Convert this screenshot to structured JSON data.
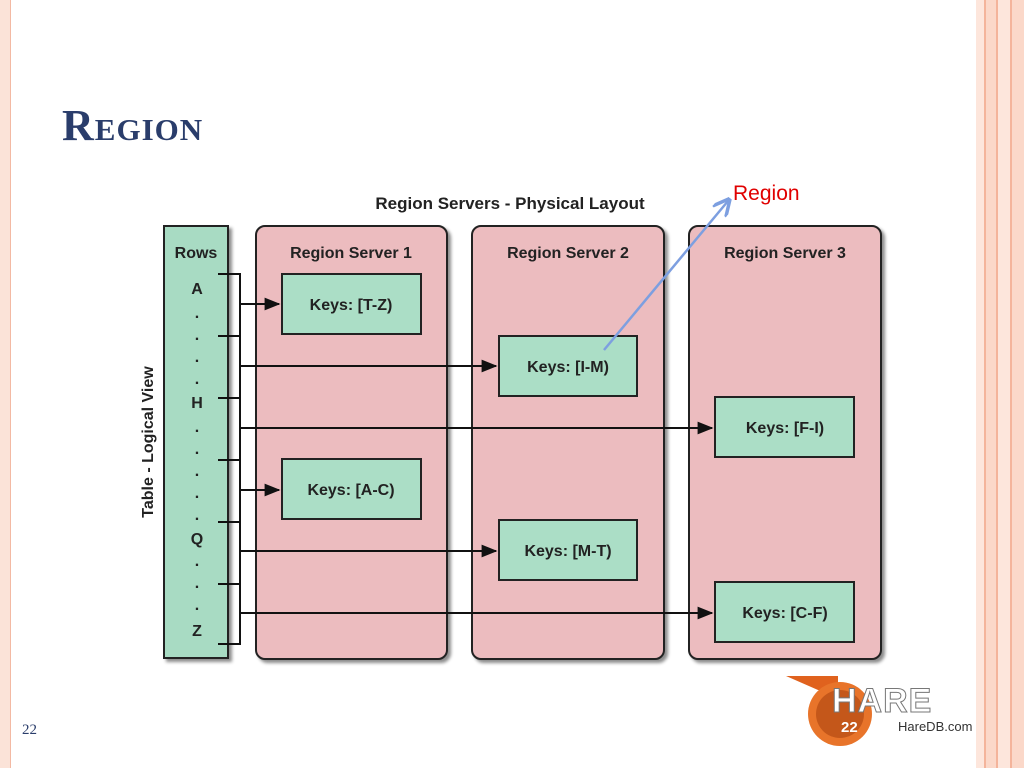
{
  "slide": {
    "title": "Region",
    "page_number": "22"
  },
  "diagram": {
    "heading": "Region Servers - Physical Layout",
    "side_label": "Table - Logical View",
    "rows_header": "Rows",
    "row_letters": [
      "A",
      ".",
      ".",
      ".",
      ".",
      "H",
      ".",
      ".",
      ".",
      ".",
      ".",
      "Q",
      ".",
      ".",
      ".",
      "Z"
    ],
    "servers": [
      {
        "name": "Region Server 1",
        "keys": [
          "Keys: [T-Z)",
          "Keys: [A-C)"
        ]
      },
      {
        "name": "Region Server 2",
        "keys": [
          "Keys: [I-M)",
          "Keys: [M-T)"
        ]
      },
      {
        "name": "Region Server 3",
        "keys": [
          "Keys: [F-I)",
          "Keys: [C-F)"
        ]
      }
    ],
    "annotation": "Region",
    "colors": {
      "server_fill": "#ecbcbf",
      "key_fill": "#abdec6",
      "rows_fill": "#a8dbc3",
      "annotation_arrow": "#7d9fe0",
      "annotation_text": "#e00000"
    }
  },
  "logo": {
    "brand": "HARE",
    "site": "HareDB.com",
    "badge": "22"
  }
}
